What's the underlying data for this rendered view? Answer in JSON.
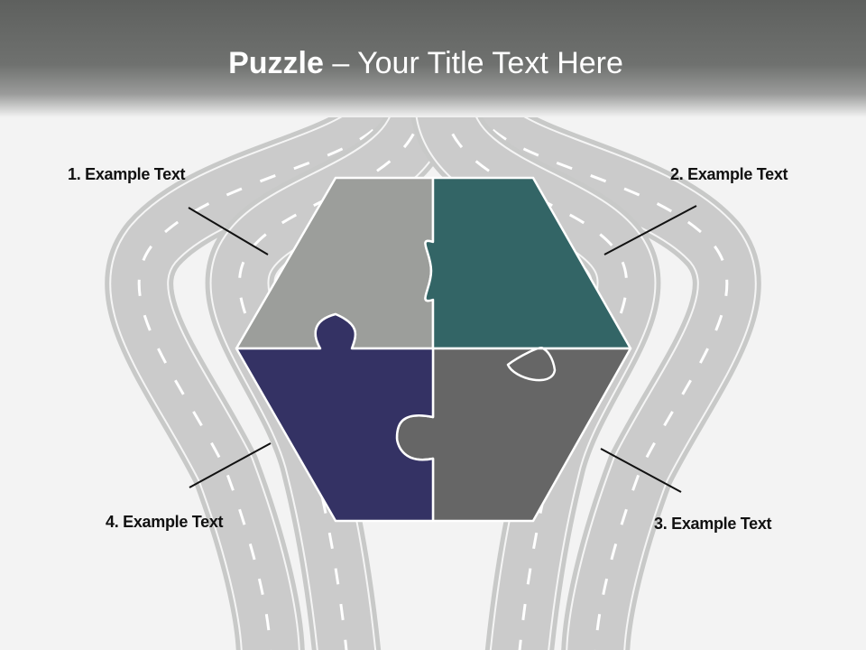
{
  "title": {
    "bold": "Puzzle",
    "rest": " – Your Title Text Here"
  },
  "labels": {
    "l1": "1. Example Text",
    "l2": "2. Example Text",
    "l3": "3. Example Text",
    "l4": "4. Example Text"
  },
  "colors": {
    "piece1": "#9c9e9b",
    "piece2": "#336566",
    "piece3": "#666666",
    "piece4": "#343264",
    "road": "#c9cac9",
    "road_edge": "#f7f7f7"
  }
}
